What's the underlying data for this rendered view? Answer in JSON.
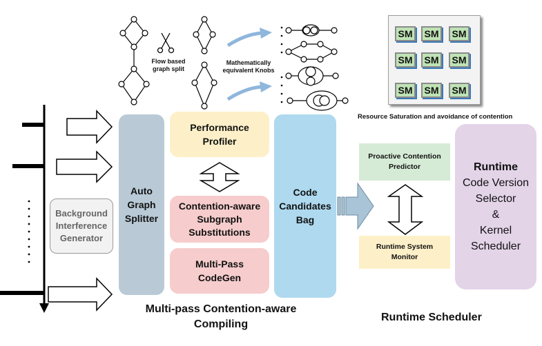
{
  "annotations": {
    "flow_split": [
      "Flow based",
      "graph split"
    ],
    "knobs": [
      "Mathematically",
      "equivalent Knobs"
    ],
    "resource": "Resource Saturation and avoidance of contention"
  },
  "sm_label": "SM",
  "boxes": {
    "background": [
      "Background",
      "Interference",
      "Generator"
    ],
    "auto": [
      "Auto",
      "Graph",
      "Splitter"
    ],
    "profiler": [
      "Performance",
      "Profiler"
    ],
    "contention": [
      "Contention-aware",
      "Subgraph",
      "Substitutions"
    ],
    "multipass": [
      "Multi-Pass",
      "CodeGen"
    ],
    "code": [
      "Code",
      "Candidates",
      "Bag"
    ],
    "predictor": [
      "Proactive Contention",
      "Predictor"
    ],
    "monitor": [
      "Runtime System",
      "Monitor"
    ],
    "runtime_title": "Runtime",
    "runtime_body": [
      "Code Version",
      "Selector",
      "&",
      "Kernel",
      "Scheduler"
    ]
  },
  "captions": {
    "compiling": [
      "Multi-pass Contention-aware",
      "Compiling"
    ],
    "scheduler": "Runtime Scheduler"
  },
  "colors": {
    "grey_blue": "#b9cad6",
    "yellow": "#fdf0c8",
    "pink": "#f6cccc",
    "light_blue": "#aed9ef",
    "green": "#d6ebd6",
    "purple": "#e3d4e8",
    "sm_green": "#bfe3b5"
  }
}
